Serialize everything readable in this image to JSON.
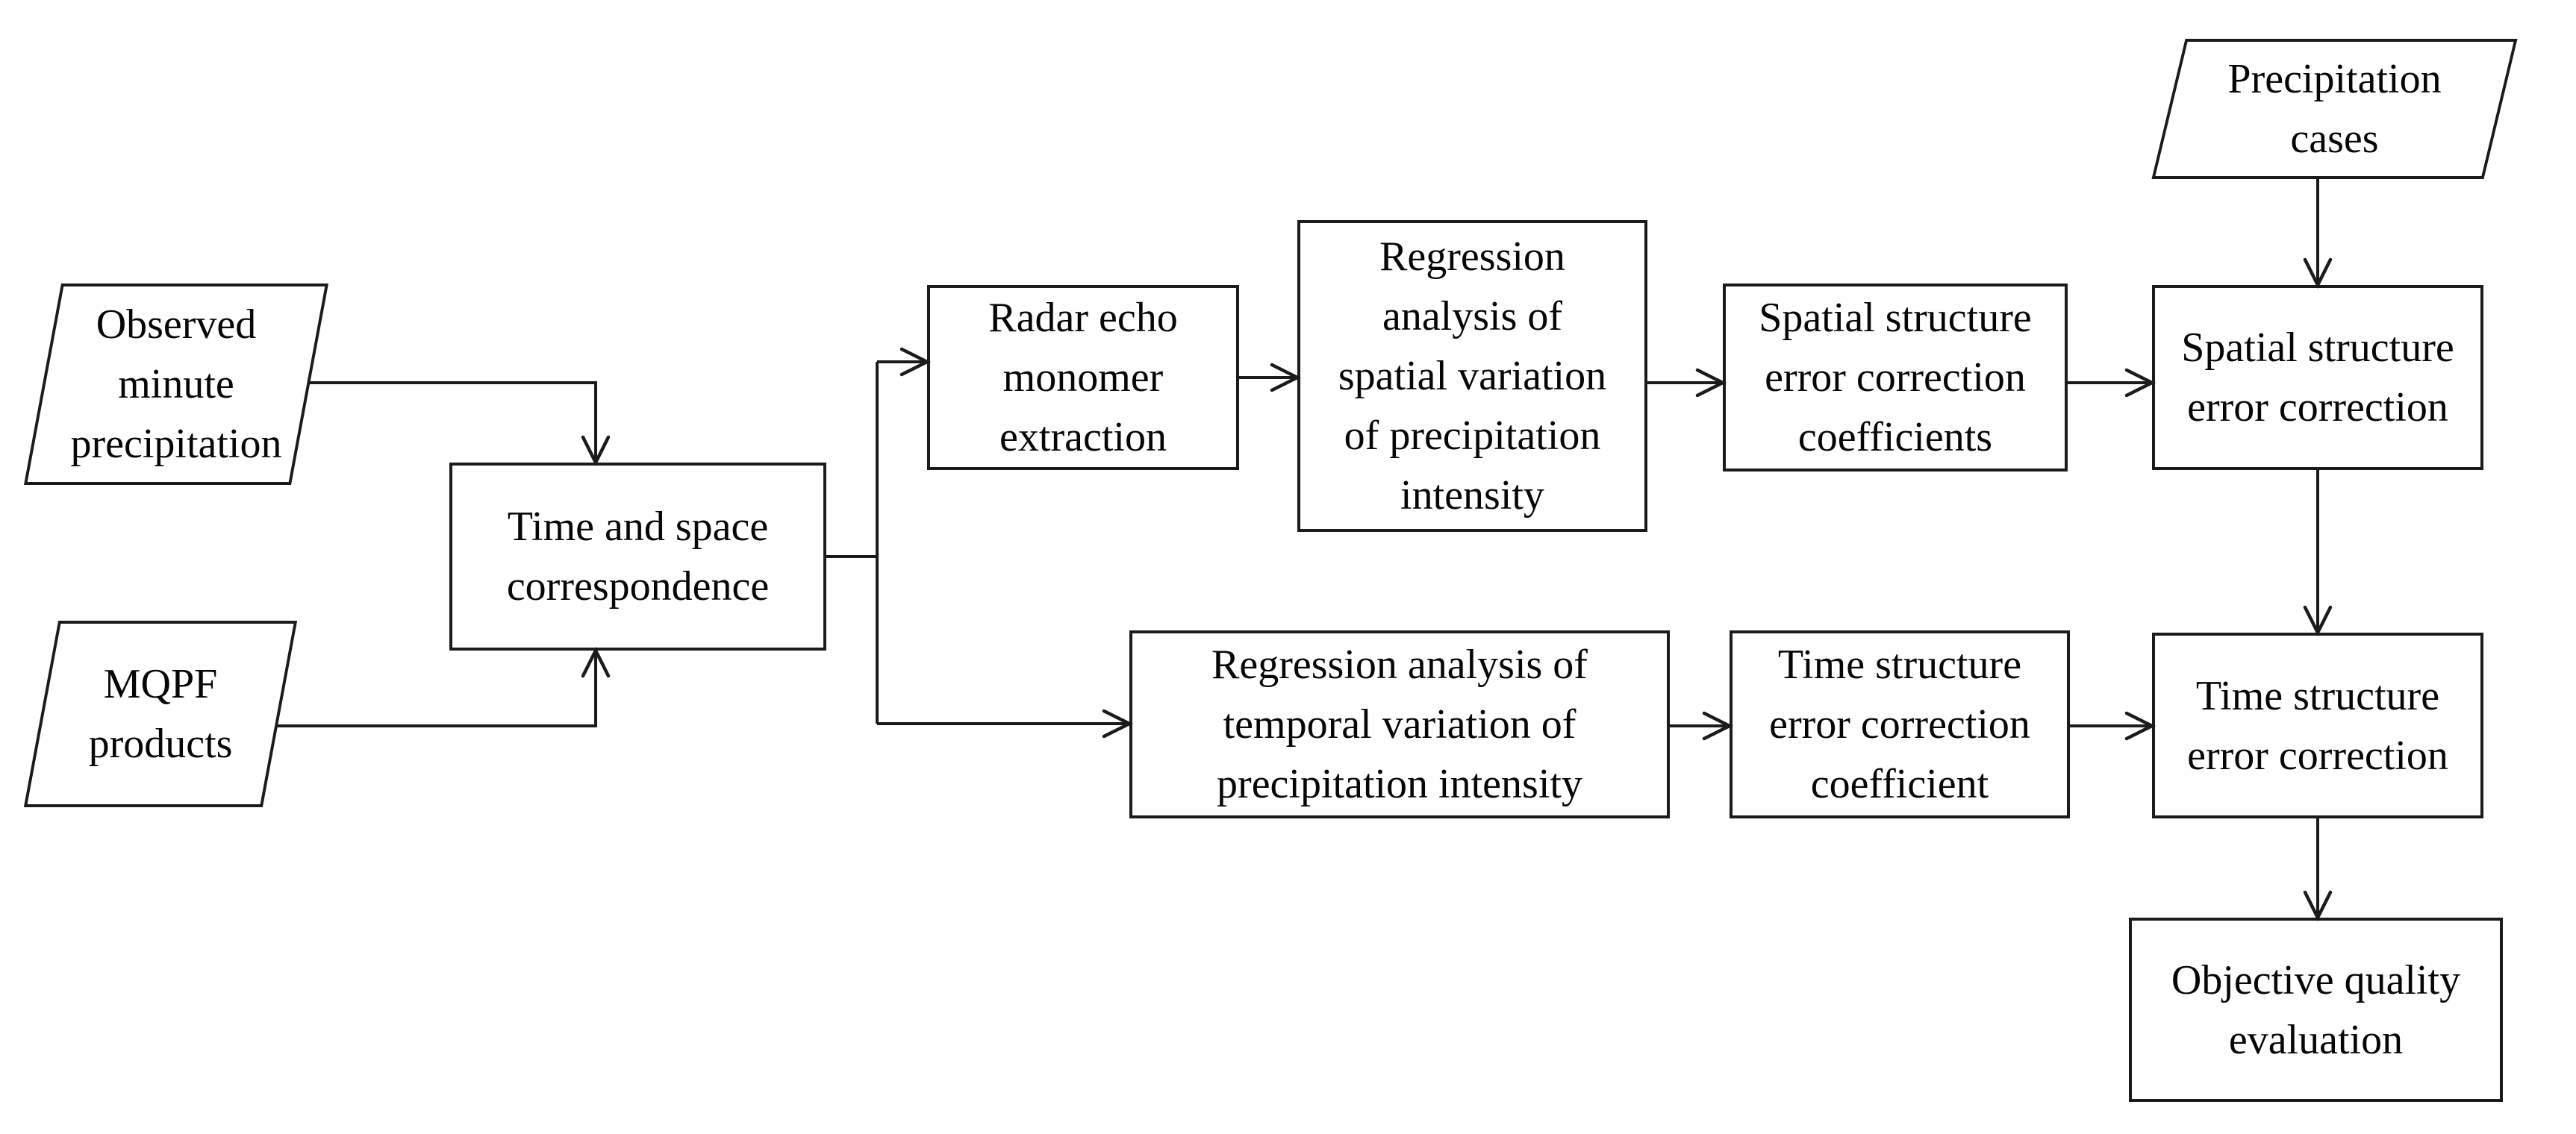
{
  "diagram": {
    "type": "flowchart",
    "colors": {
      "background": "#ffffff",
      "stroke": "#1b1b1b",
      "text": "#060606",
      "node_fill": "#ffffff"
    },
    "nodes": {
      "observed": {
        "shape": "parallelogram",
        "label": "Observed\nminute\nprecipitation"
      },
      "mqpf": {
        "shape": "parallelogram",
        "label": "MQPF\nproducts"
      },
      "timespace": {
        "shape": "rectangle",
        "label": "Time and space\ncorrespondence"
      },
      "radar": {
        "shape": "rectangle",
        "label": "Radar echo\nmonomer\nextraction"
      },
      "regspatial": {
        "shape": "rectangle",
        "label": "Regression\nanalysis of\nspatial variation\nof precipitation\nintensity"
      },
      "spatialcoef": {
        "shape": "rectangle",
        "label": "Spatial structure\nerror correction\ncoefficients"
      },
      "cases": {
        "shape": "parallelogram",
        "label": "Precipitation\ncases"
      },
      "spatialcorr": {
        "shape": "rectangle",
        "label": "Spatial structure\nerror correction"
      },
      "regtemporal": {
        "shape": "rectangle",
        "label": "Regression analysis of\ntemporal variation of\nprecipitation intensity"
      },
      "timecoef": {
        "shape": "rectangle",
        "label": "Time structure\nerror correction\ncoefficient"
      },
      "timecorr": {
        "shape": "rectangle",
        "label": "Time structure\nerror correction"
      },
      "objective": {
        "shape": "rectangle",
        "label": "Objective quality\nevaluation"
      }
    },
    "edges": [
      {
        "from": "observed",
        "to": "timespace"
      },
      {
        "from": "mqpf",
        "to": "timespace"
      },
      {
        "from": "timespace",
        "to": "radar"
      },
      {
        "from": "timespace",
        "to": "regtemporal"
      },
      {
        "from": "radar",
        "to": "regspatial"
      },
      {
        "from": "regspatial",
        "to": "spatialcoef"
      },
      {
        "from": "spatialcoef",
        "to": "spatialcorr"
      },
      {
        "from": "cases",
        "to": "spatialcorr"
      },
      {
        "from": "spatialcorr",
        "to": "timecorr"
      },
      {
        "from": "regtemporal",
        "to": "timecoef"
      },
      {
        "from": "timecoef",
        "to": "timecorr"
      },
      {
        "from": "timecorr",
        "to": "objective"
      }
    ]
  }
}
